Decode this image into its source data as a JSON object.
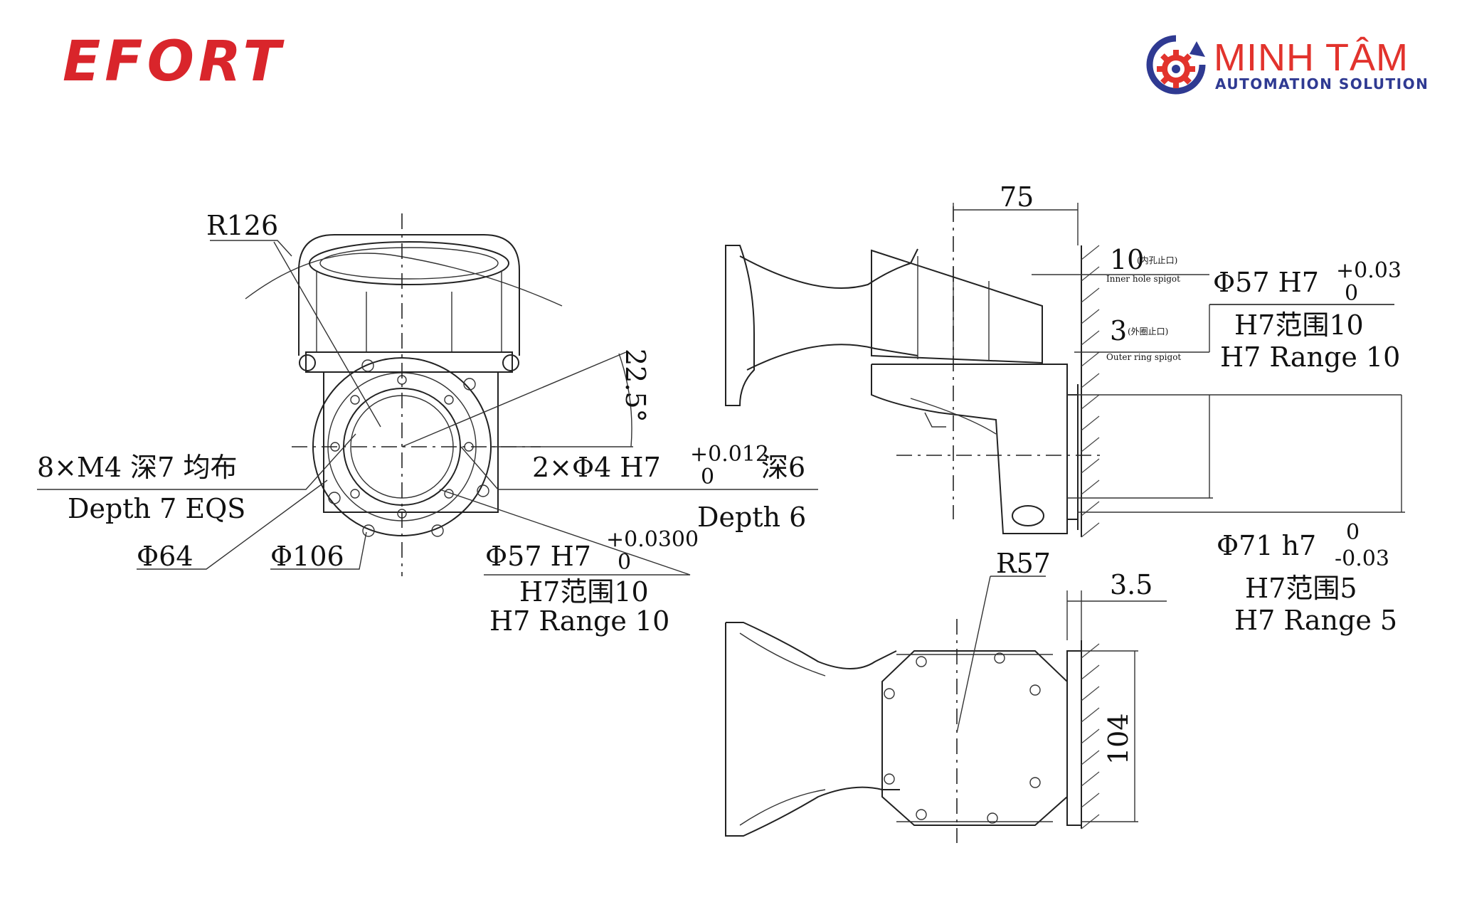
{
  "logos": {
    "left": "EFORT",
    "right_name": "MINH TÂM",
    "right_sub": "AUTOMATION SOLUTION",
    "left_color": "#d9252b",
    "right_color": "#e2332d",
    "right_sub_color": "#2f3a92"
  },
  "front_view": {
    "r126": "R126",
    "angle": "22.5°",
    "holes_cn": "8×M4 深7  均布",
    "holes_en": "Depth 7 EQS",
    "pins_cn": "2×Φ4 H7",
    "pins_tol_upper": "+0.012",
    "pins_tol_lower": "0",
    "pins_depth_cn": "深6",
    "pins_en": "Depth 6",
    "phi64": "Φ64",
    "phi106": "Φ106",
    "phi57": "Φ57 H7",
    "phi57_tol_upper": "+0.0300",
    "phi57_tol_lower": "0",
    "phi57_range_cn": "H7范围10",
    "phi57_range_en": "H7 Range 10"
  },
  "side_view": {
    "dim75": "75",
    "spigot_inner_val": "10",
    "spigot_inner_cn": "(内孔止口)",
    "spigot_inner_en": "Inner hole spigot",
    "spigot_outer_val": "3",
    "spigot_outer_cn": "(外圈止口)",
    "spigot_outer_en": "Outer ring spigot",
    "phi57": "Φ57 H7",
    "phi57_tol_upper": "+0.03",
    "phi57_tol_lower": "0",
    "phi57_range_cn": "H7范围10",
    "phi57_range_en": "H7 Range 10",
    "phi71": "Φ71 h7",
    "phi71_tol_upper": "0",
    "phi71_tol_lower": "-0.03",
    "phi71_range_cn": "H7范围5",
    "phi71_range_en": "H7 Range 5"
  },
  "top_view": {
    "r57": "R57",
    "dim35": "3.5",
    "dim104": "104"
  }
}
